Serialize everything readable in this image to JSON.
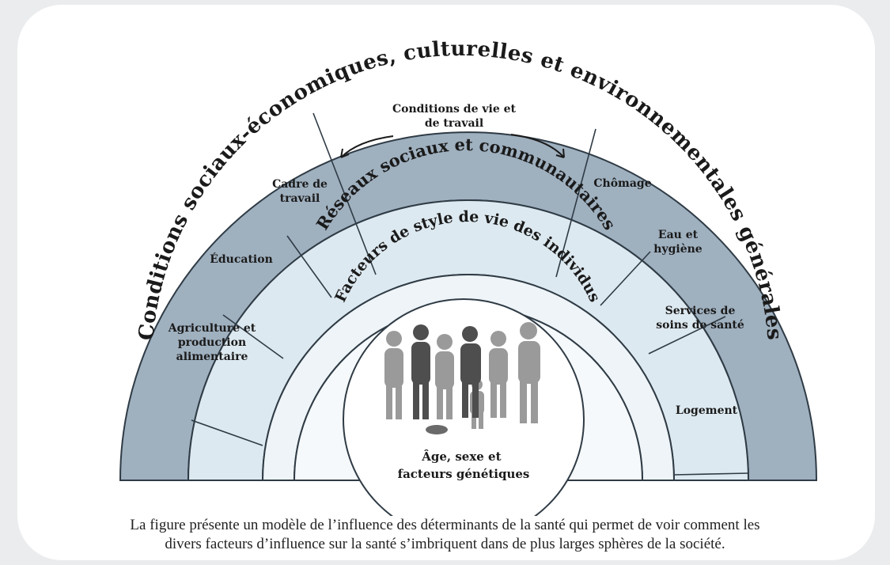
{
  "diagram": {
    "outer_band_label": "Conditions sociaux-économiques, culturelles et environnementales générales",
    "sectors": [
      {
        "label": [
          "Agriculture et",
          "production",
          "alimentaire"
        ]
      },
      {
        "label": [
          "Éducation"
        ]
      },
      {
        "label": [
          "Cadre de",
          "travail"
        ]
      },
      {
        "label": [
          "Conditions de vie et",
          "de travail"
        ]
      },
      {
        "label": [
          "Chômage"
        ]
      },
      {
        "label": [
          "Eau et",
          "hygiène"
        ]
      },
      {
        "label": [
          "Services de",
          "soins de santé"
        ]
      },
      {
        "label": [
          "Logement"
        ]
      }
    ],
    "middle_band_label": "Réseaux sociaux et communautaires",
    "inner_band_label": "Facteurs de style de vie des individus",
    "core_label": [
      "Âge, sexe et",
      "facteurs génétiques"
    ],
    "colors": {
      "outer_band": "#9fb0bf",
      "sector_fill": "#dde9f0",
      "middle_band": "#eef4f7",
      "core": "#ffffff",
      "stroke": "#2f3b45"
    }
  },
  "caption": [
    "La figure présente un modèle de l’influence des déterminants de la santé qui permet de voir comment les",
    "divers facteurs d’influence sur la santé s’imbriquent dans de plus larges sphères de la société."
  ]
}
